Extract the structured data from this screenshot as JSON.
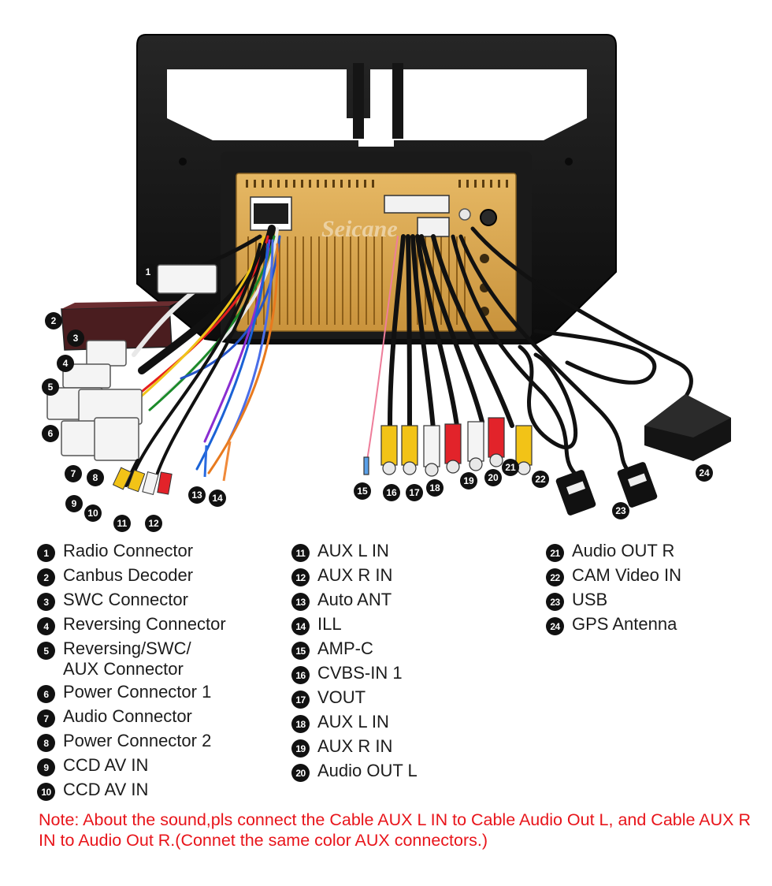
{
  "watermark": "Seicane",
  "legend": {
    "items": [
      {
        "n": "1",
        "label": "Radio Connector"
      },
      {
        "n": "2",
        "label": "Canbus Decoder"
      },
      {
        "n": "3",
        "label": "SWC Connector"
      },
      {
        "n": "4",
        "label": "Reversing Connector"
      },
      {
        "n": "5",
        "label": "Reversing/SWC/\nAUX Connector"
      },
      {
        "n": "6",
        "label": "Power Connector 1"
      },
      {
        "n": "7",
        "label": "Audio Connector"
      },
      {
        "n": "8",
        "label": "Power Connector 2"
      },
      {
        "n": "9",
        "label": "CCD AV IN"
      },
      {
        "n": "10",
        "label": "CCD AV IN"
      },
      {
        "n": "11",
        "label": "AUX L IN"
      },
      {
        "n": "12",
        "label": "AUX R IN"
      },
      {
        "n": "13",
        "label": "Auto ANT"
      },
      {
        "n": "14",
        "label": "ILL"
      },
      {
        "n": "15",
        "label": "AMP-C"
      },
      {
        "n": "16",
        "label": "CVBS-IN 1"
      },
      {
        "n": "17",
        "label": "VOUT"
      },
      {
        "n": "18",
        "label": "AUX L IN"
      },
      {
        "n": "19",
        "label": "AUX R IN"
      },
      {
        "n": "20",
        "label": "Audio OUT L"
      },
      {
        "n": "21",
        "label": "Audio OUT R"
      },
      {
        "n": "22",
        "label": "CAM Video IN"
      },
      {
        "n": "23",
        "label": "USB"
      },
      {
        "n": "24",
        "label": "GPS Antenna"
      }
    ]
  },
  "note": "Note: About the sound,pls connect the Cable AUX L IN to Cable Audio Out L, and Cable AUX R IN to  Audio Out R.(Connet the same color AUX connectors.)",
  "colors": {
    "frame": "#141414",
    "unit_body": "#d9a64f",
    "marker": "#111111",
    "note_text": "#e8141a"
  }
}
